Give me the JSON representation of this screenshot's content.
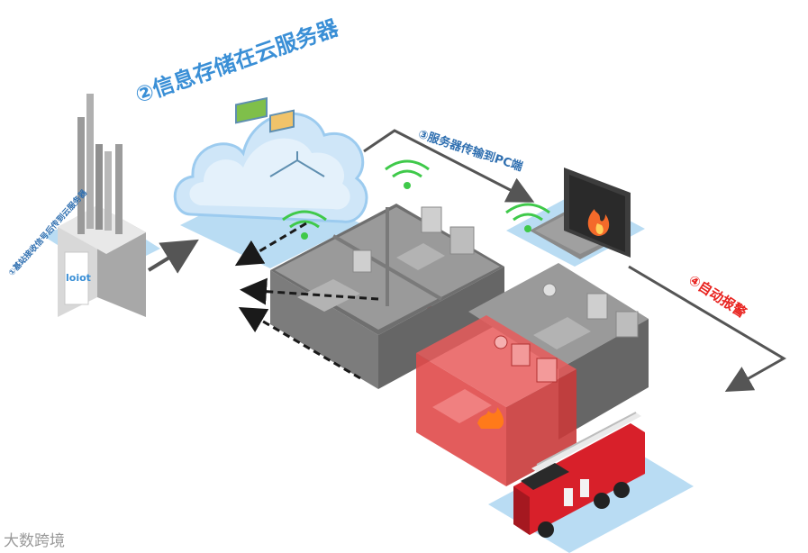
{
  "labels": {
    "step1": "①基站接收信号后传到云服务器",
    "step2": "②信息存储在云服务器",
    "step3": "③服务器传输到PC端",
    "step4": "④自动报警"
  },
  "gateway_logo": "loiot",
  "watermark": "大数跨境",
  "colors": {
    "label_blue": "#3a8fd6",
    "alarm_red": "#e8231f",
    "platform_blue": "#b9dcf3",
    "fire_room": "#e04a4a",
    "wifi_green": "#3fc94a"
  }
}
